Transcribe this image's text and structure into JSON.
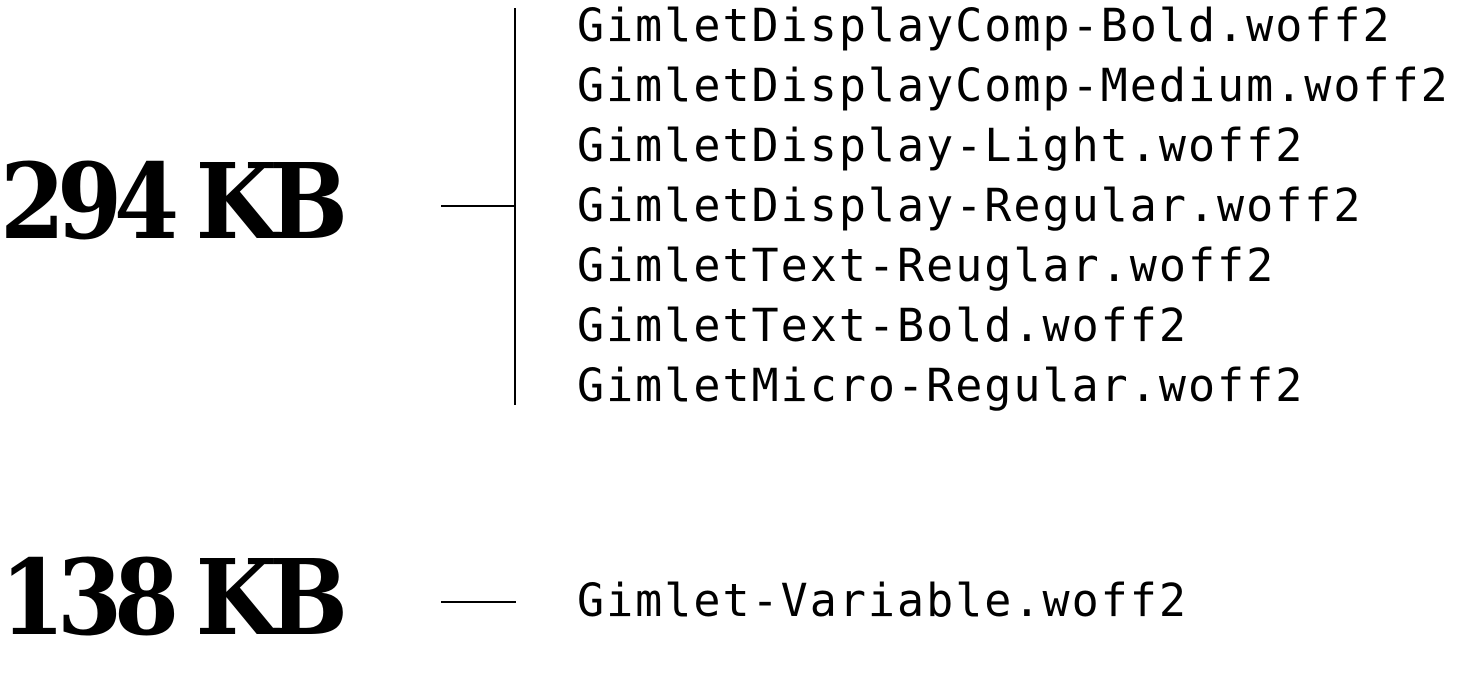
{
  "groups": [
    {
      "size": "294 KB",
      "files": [
        "GimletDisplayComp-Bold.woff2",
        "GimletDisplayComp-Medium.woff2",
        "GimletDisplay-Light.woff2",
        "GimletDisplay-Regular.woff2",
        "GimletText-Reuglar.woff2",
        "GimletText-Bold.woff2",
        "GimletMicro-Regular.woff2"
      ]
    },
    {
      "size": "138 KB",
      "files": [
        "Gimlet-Variable.woff2"
      ]
    }
  ]
}
